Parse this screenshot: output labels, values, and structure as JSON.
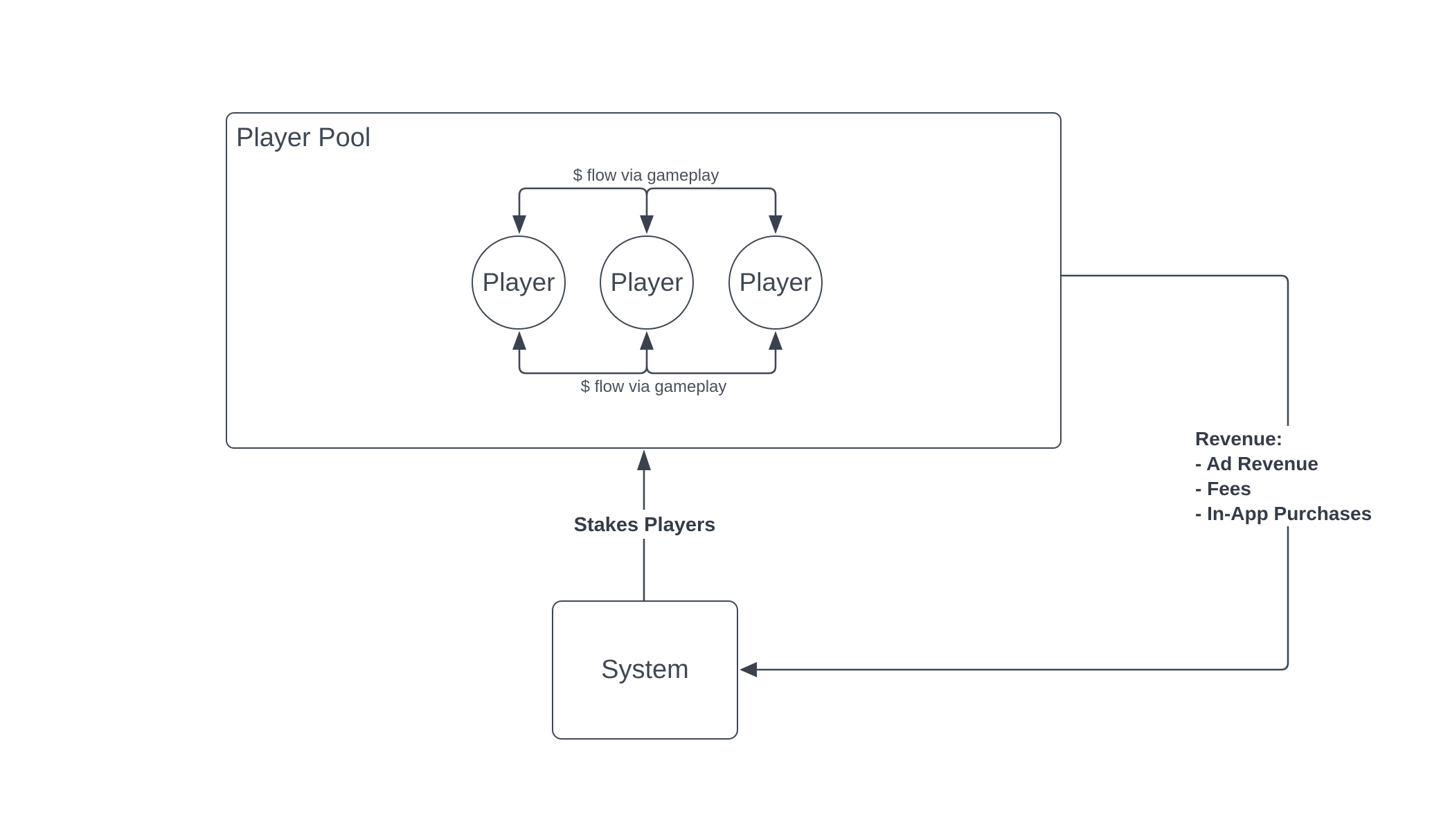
{
  "canvas": {
    "background": "#FFFFFF"
  },
  "colors": {
    "stroke": "#3F4854",
    "arrow_fill": "#3A424E",
    "node_text": "#3F4854",
    "flow_label_text": "#4A525C",
    "bold_label_text": "#343C48"
  },
  "pool": {
    "title": "Player Pool",
    "players": [
      {
        "label": "Player"
      },
      {
        "label": "Player"
      },
      {
        "label": "Player"
      }
    ]
  },
  "flow_labels": {
    "top": "$ flow via gameplay",
    "bottom": "$ flow via gameplay"
  },
  "system": {
    "label": "System"
  },
  "stakes_edge": {
    "label": "Stakes Players"
  },
  "revenue_note": {
    "lines": [
      "Revenue:",
      "- Ad Revenue",
      "- Fees",
      "- In-App Purchases"
    ]
  }
}
